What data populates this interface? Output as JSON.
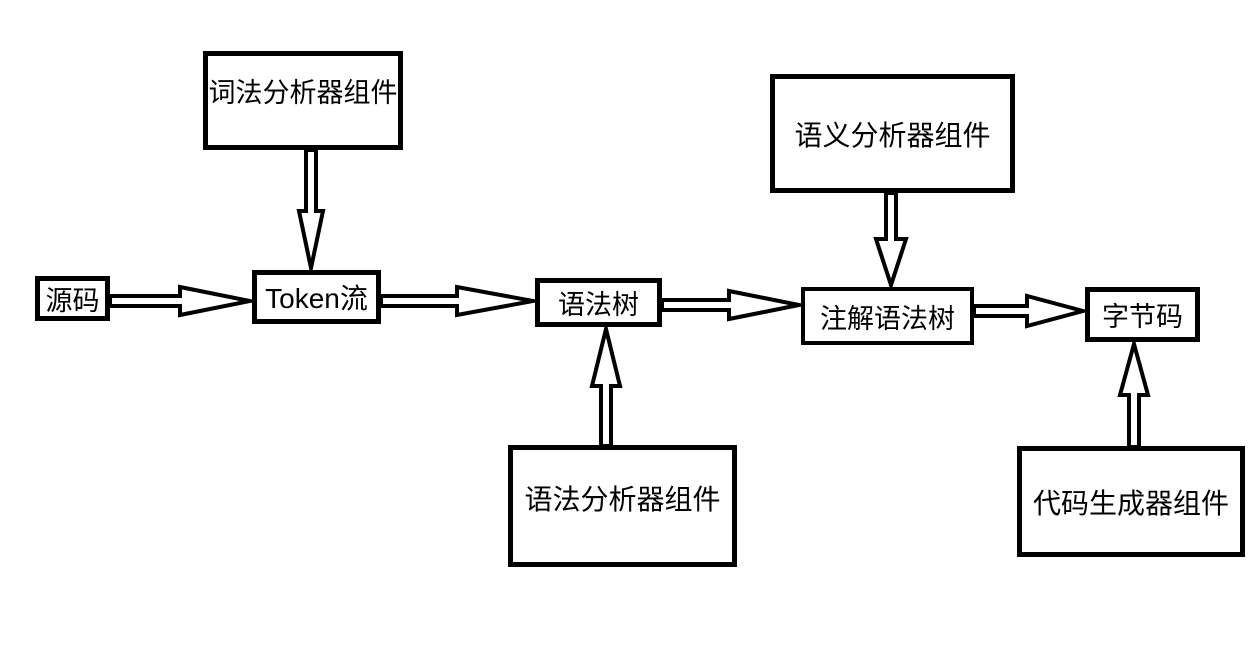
{
  "diagram": {
    "type": "flowchart",
    "subject": "compiler-pipeline",
    "colors": {
      "background": "#ffffff",
      "box_fill": "#ffffff",
      "stroke": "#000000",
      "text": "#000000"
    },
    "nodes": {
      "lexer": {
        "label": "词法分析器组件",
        "kind": "component"
      },
      "source": {
        "label": "源码",
        "kind": "artifact"
      },
      "token_stream": {
        "label": "Token流",
        "kind": "artifact"
      },
      "syntax_tree": {
        "label": "语法树",
        "kind": "artifact"
      },
      "parser": {
        "label": "语法分析器组件",
        "kind": "component"
      },
      "semantic": {
        "label": "语义分析器组件",
        "kind": "component"
      },
      "annotated_tree": {
        "label": "注解语法树",
        "kind": "artifact"
      },
      "bytecode": {
        "label": "字节码",
        "kind": "artifact"
      },
      "code_generator": {
        "label": "代码生成器组件",
        "kind": "component"
      }
    },
    "edges": [
      {
        "from": "源码",
        "to": "Token流",
        "direction": "right"
      },
      {
        "from": "词法分析器组件",
        "to": "Token流",
        "direction": "down"
      },
      {
        "from": "Token流",
        "to": "语法树",
        "direction": "right"
      },
      {
        "from": "语法分析器组件",
        "to": "语法树",
        "direction": "up"
      },
      {
        "from": "语法树",
        "to": "注解语法树",
        "direction": "right"
      },
      {
        "from": "语义分析器组件",
        "to": "注解语法树",
        "direction": "down"
      },
      {
        "from": "注解语法树",
        "to": "字节码",
        "direction": "right"
      },
      {
        "from": "代码生成器组件",
        "to": "字节码",
        "direction": "up"
      }
    ]
  }
}
